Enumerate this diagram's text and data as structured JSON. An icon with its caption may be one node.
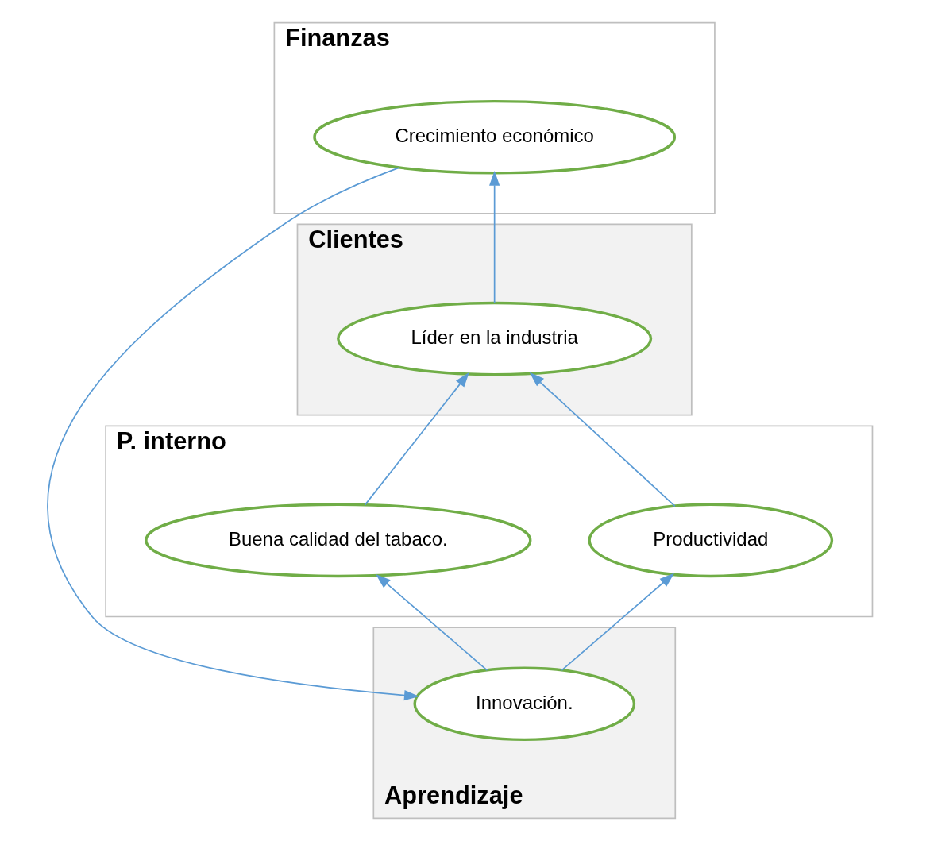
{
  "diagram": {
    "nodes": [
      {
        "text": [
          "Finanzas"
        ]
      },
      {
        "text": [
          "Crecimiento económico"
        ],
        "in": 0
      },
      {
        "text": [
          "Clientes"
        ]
      },
      {
        "text": [
          "Líder en la industria"
        ],
        "in": 2
      },
      {
        "text": [
          "P. interno"
        ]
      },
      {
        "text": [
          "Productividad"
        ],
        "in": 4
      },
      {
        "text": [
          "Buena calidad del tabaco."
        ],
        "in": 4
      },
      {
        "text": [
          "Aprendizaje"
        ]
      },
      {
        "text": [
          "Innovación."
        ],
        "in": 7
      }
    ],
    "edges": [
      {
        "from": 3,
        "to": 1,
        "arrow": "to"
      },
      {
        "from": 5,
        "to": 3,
        "arrow": "to"
      },
      {
        "from": 6,
        "to": 3,
        "arrow": "to"
      },
      {
        "from": 8,
        "to": 5,
        "arrow": "to"
      },
      {
        "from": 8,
        "to": 6,
        "arrow": "to"
      },
      {
        "from": 1,
        "to": 8,
        "arrow": "to"
      }
    ]
  }
}
